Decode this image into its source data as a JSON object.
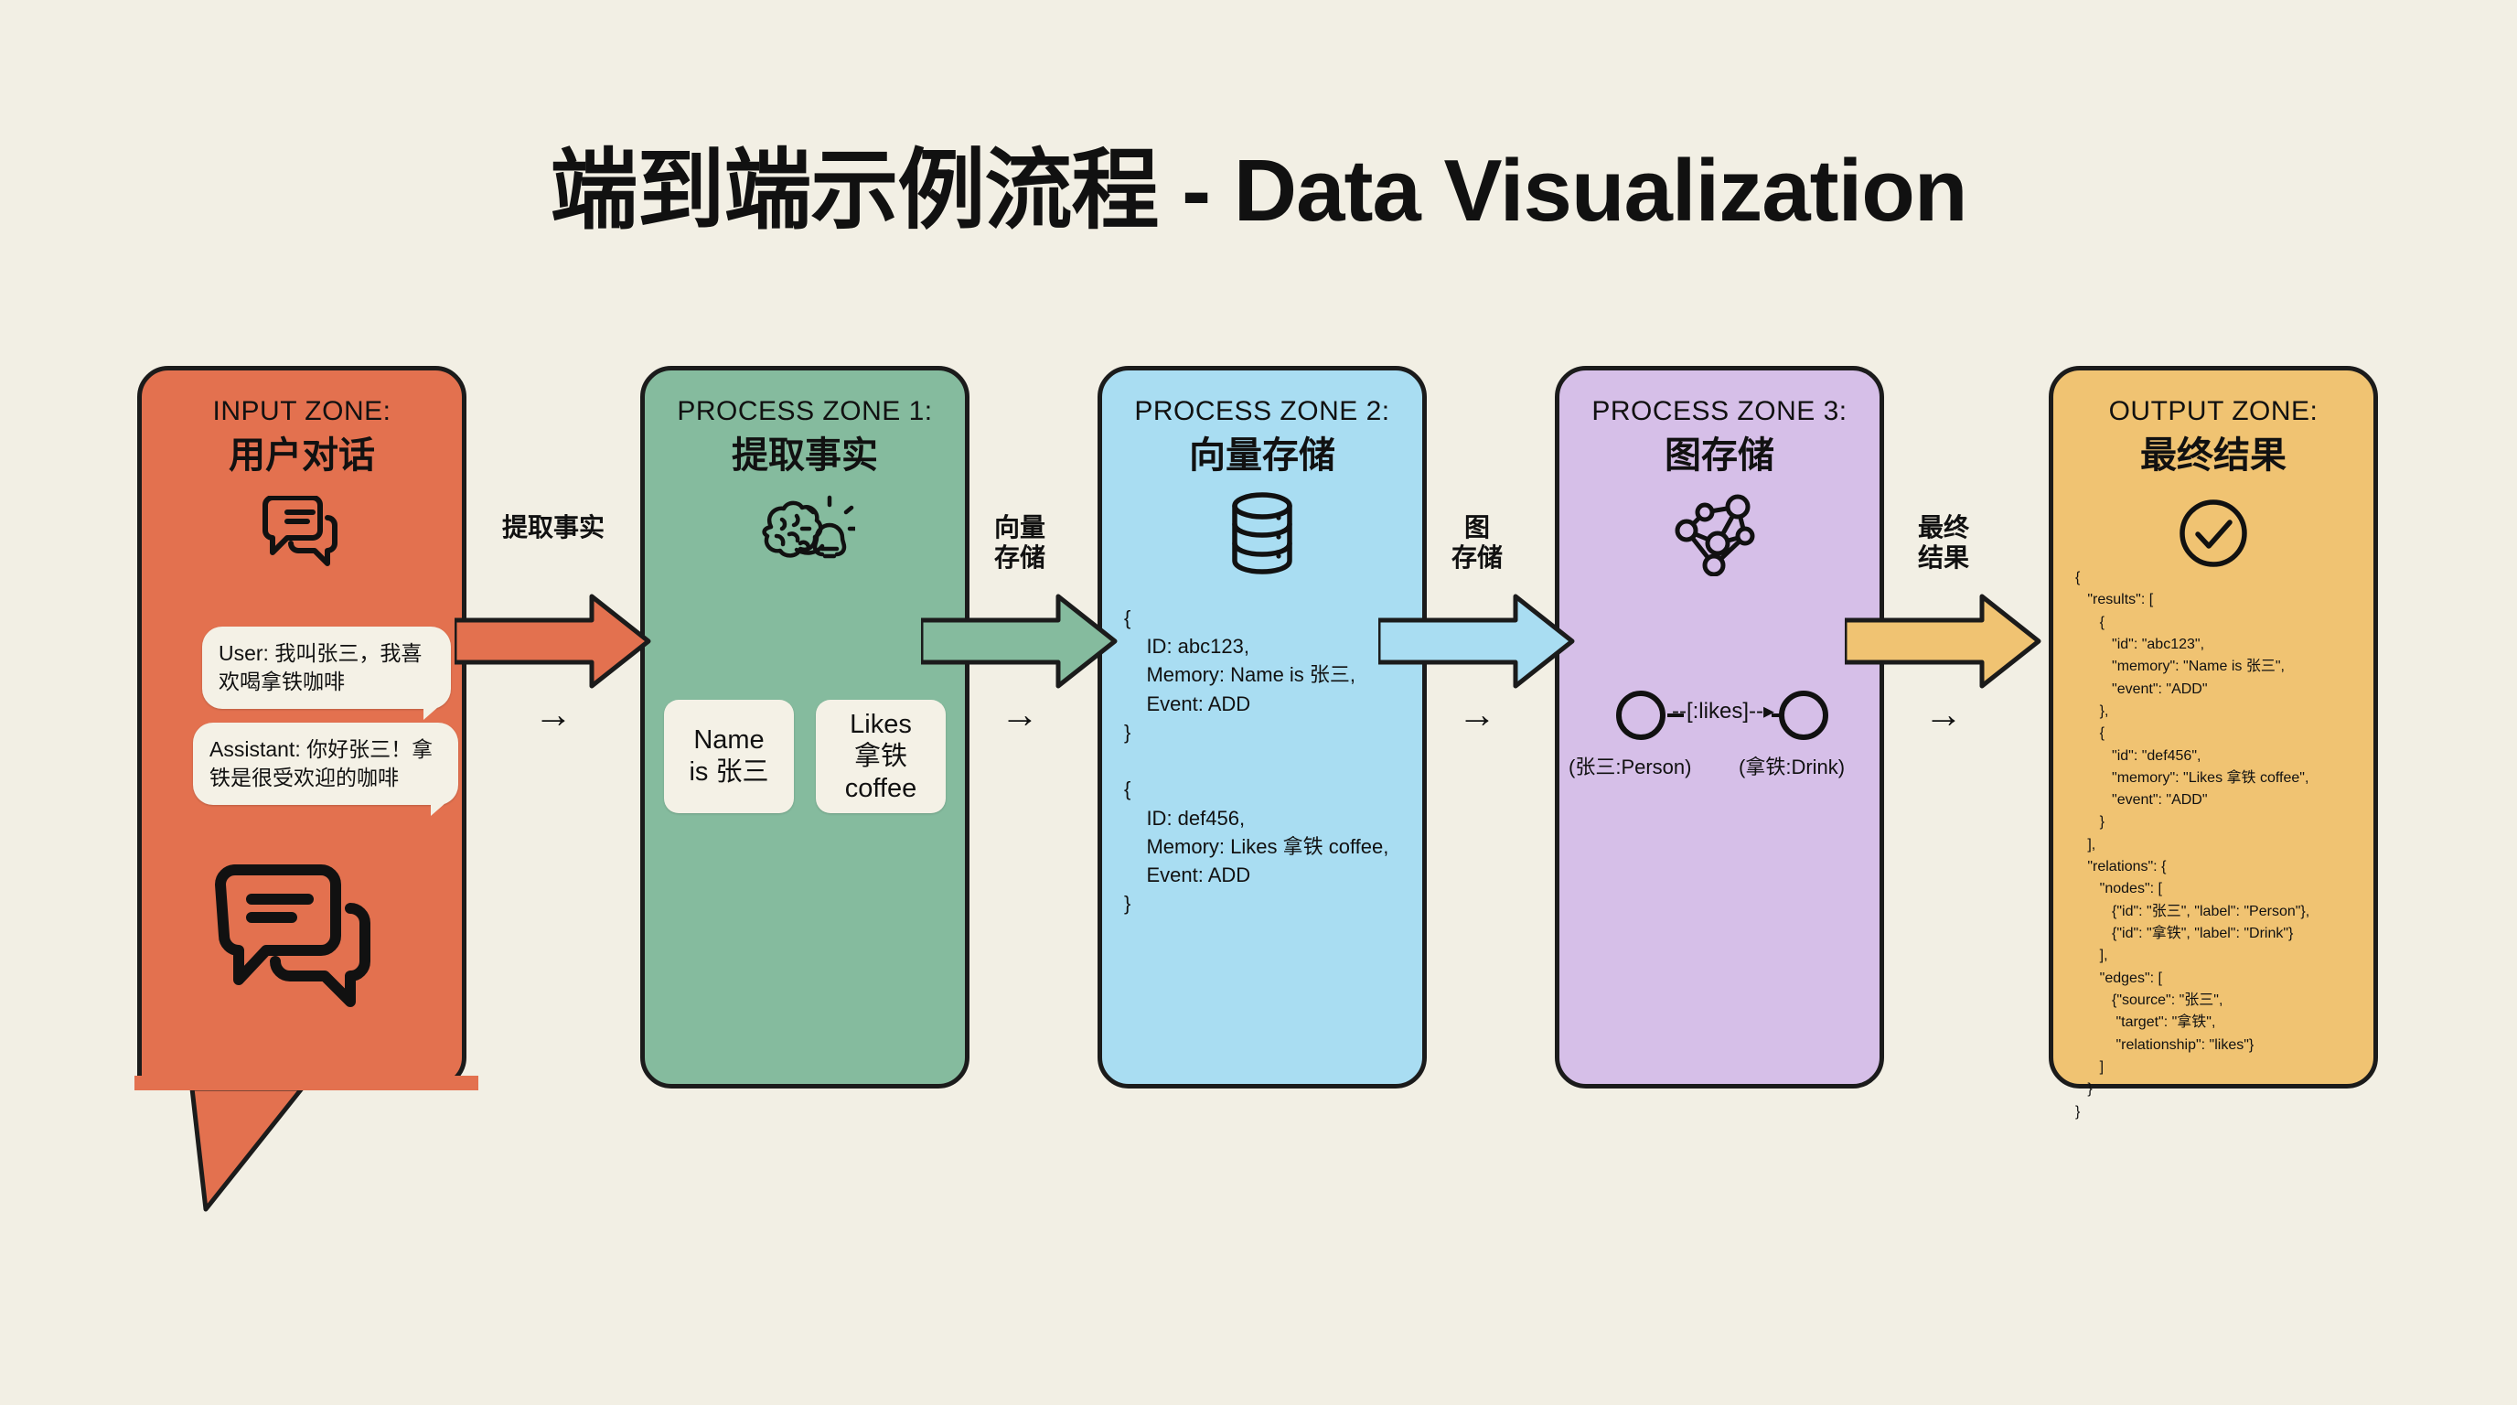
{
  "title": "端到端示例流程 - Data Visualization",
  "canvas": {
    "background": "#f2efe4"
  },
  "zones": [
    {
      "id": "input",
      "en_title": "INPUT ZONE:",
      "cn_title": "用户对话",
      "color": "#e3714f",
      "icon": "chat-bubbles-icon",
      "bubbles": [
        {
          "name": "user-message",
          "text": "User: 我叫张三，我喜欢喝拿铁咖啡"
        },
        {
          "name": "assistant-message",
          "text": "Assistant: 你好张三！拿铁是很受欢迎的咖啡"
        }
      ]
    },
    {
      "id": "process1",
      "en_title": "PROCESS ZONE 1:",
      "cn_title": "提取事实",
      "color": "#85bb9e",
      "icon": "brain-lightbulb-icon",
      "facts": [
        {
          "name": "fact-card-name",
          "text": "Name\nis 张三"
        },
        {
          "name": "fact-card-likes",
          "text": "Likes\n拿铁\ncoffee"
        }
      ]
    },
    {
      "id": "process2",
      "en_title": "PROCESS ZONE 2:",
      "cn_title": "向量存储",
      "color": "#a9ddf2",
      "icon": "database-icon",
      "code": "{\n    ID: abc123,\n    Memory: Name is 张三,\n    Event: ADD\n}\n\n{\n    ID: def456,\n    Memory: Likes 拿铁 coffee,\n    Event: ADD\n}"
    },
    {
      "id": "process3",
      "en_title": "PROCESS ZONE 3:",
      "cn_title": "图存储",
      "color": "#d6bfe8",
      "icon": "graph-network-icon",
      "graph": {
        "edge_label": "--[:likes]--▸",
        "node_a_caption": "(张三:Person)",
        "node_b_caption": "(拿铁:Drink)"
      }
    },
    {
      "id": "output",
      "en_title": "OUTPUT ZONE:",
      "cn_title": "最终结果",
      "color": "#f0c372",
      "icon": "check-circle-icon",
      "code": "{\n   \"results\": [\n      {\n         \"id\": \"abc123\",\n         \"memory\": \"Name is 张三\",\n         \"event\": \"ADD\"\n      },\n      {\n         \"id\": \"def456\",\n         \"memory\": \"Likes 拿铁 coffee\",\n         \"event\": \"ADD\"\n      }\n   ],\n   \"relations\": {\n      \"nodes\": [\n         {\"id\": \"张三\", \"label\": \"Person\"},\n         {\"id\": \"拿铁\", \"label\": \"Drink\"}\n      ],\n      \"edges\": [\n         {\"source\": \"张三\",\n          \"target\": \"拿铁\",\n          \"relationship\": \"likes\"}\n      ]\n   }\n}"
    }
  ],
  "arrows": [
    {
      "id": "arrow1",
      "label": "提取事实",
      "color": "#e3714f",
      "glyph": "→"
    },
    {
      "id": "arrow2",
      "label": "向量\n存储",
      "color": "#85bb9e",
      "glyph": "→"
    },
    {
      "id": "arrow3",
      "label": "图\n存储",
      "color": "#a9ddf2",
      "glyph": "→"
    },
    {
      "id": "arrow4",
      "label": "最终\n结果",
      "color": "#f0c372",
      "glyph": "→"
    }
  ]
}
